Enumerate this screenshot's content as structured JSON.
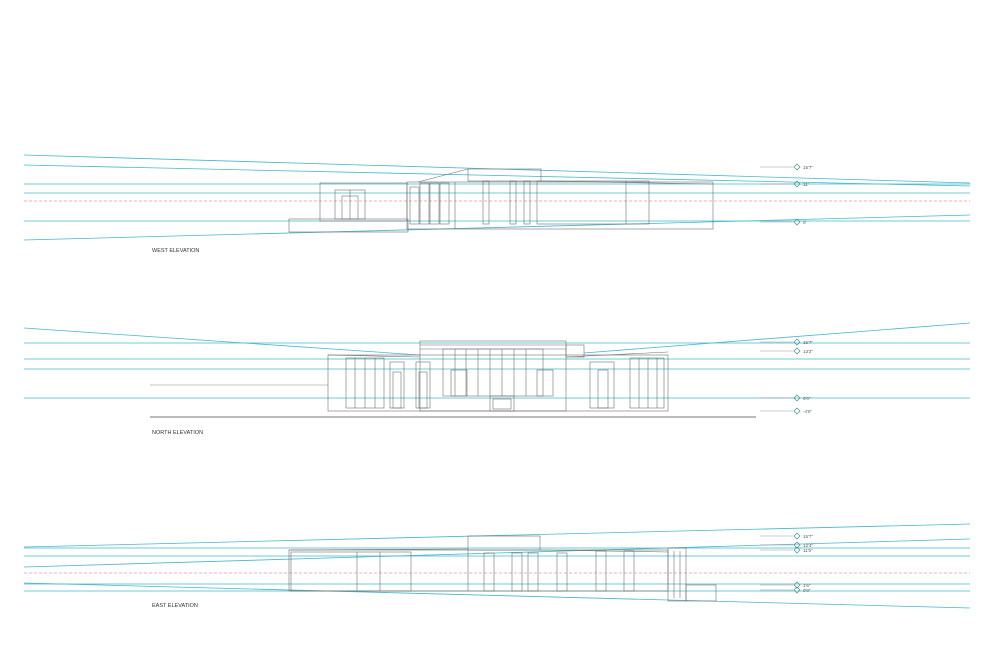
{
  "colors": {
    "background": "#ffffff",
    "guide_line": "#43b8cc",
    "horizon_line": "#e0607a",
    "building_line": "#6f6f6f",
    "level_marker": "#3f8f86"
  },
  "elevations": [
    {
      "id": "west",
      "title": "WEST ELEVATION",
      "levels": [
        "15'7\"",
        "11'",
        "0'"
      ]
    },
    {
      "id": "north",
      "title": "NORTH ELEVATION",
      "levels": [
        "15'7\"",
        "13'2\"",
        "0'0\"",
        "-4'0\""
      ]
    },
    {
      "id": "east",
      "title": "EAST ELEVATION",
      "levels": [
        "15'7\"",
        "12'4\"",
        "11'5\"",
        "1'6\"",
        "0'0\""
      ]
    }
  ]
}
